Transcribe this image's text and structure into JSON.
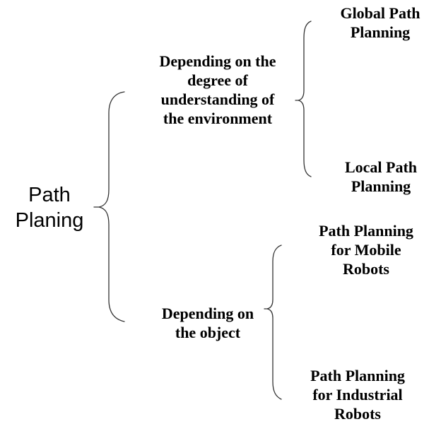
{
  "root": {
    "lines": [
      "Path",
      "Planing"
    ]
  },
  "categories": [
    {
      "lines": [
        "Depending on the",
        "degree of",
        "understanding of",
        "the environment"
      ],
      "children": [
        {
          "lines": [
            "Global Path",
            "Planning"
          ]
        },
        {
          "lines": [
            "Local Path",
            "Planning"
          ]
        }
      ]
    },
    {
      "lines": [
        "Depending on",
        "the object"
      ],
      "children": [
        {
          "lines": [
            "Path Planning",
            "for Mobile",
            "Robots"
          ]
        },
        {
          "lines": [
            "Path Planning",
            "for Industrial",
            "Robots"
          ]
        }
      ]
    }
  ]
}
